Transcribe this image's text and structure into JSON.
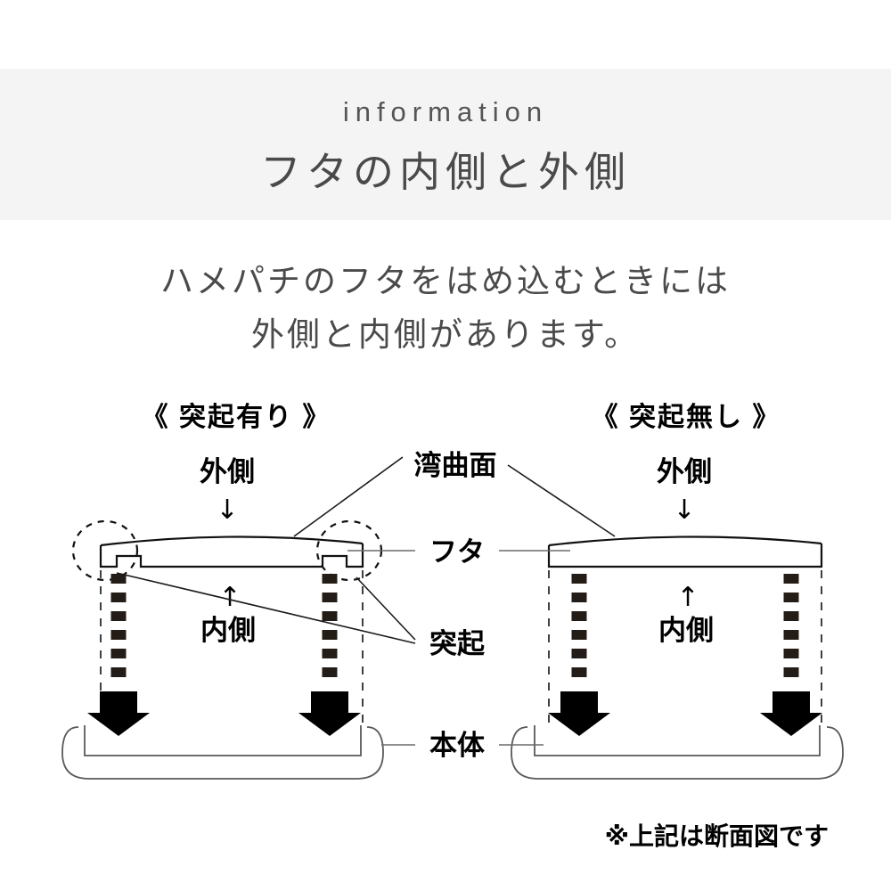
{
  "header": {
    "eyebrow": "information",
    "title": "フタの内側と外側",
    "band_color": "#f4f4f4",
    "text_color": "#4a4a4a"
  },
  "lead": {
    "line1": "ハメパチのフタをはめ込むときには",
    "line2": "外側と内側があります。"
  },
  "diagram": {
    "left": {
      "heading": "《 突起有り 》",
      "outside_label": "外側",
      "outside_arrow": "↓",
      "inside_label": "内側",
      "inside_arrow": "↑"
    },
    "right": {
      "heading": "《 突起無し 》",
      "outside_label": "外側",
      "outside_arrow": "↓",
      "inside_label": "内側",
      "inside_arrow": "↑"
    },
    "callouts": {
      "curved_surface": "湾曲面",
      "lid": "フタ",
      "protrusion": "突起",
      "body": "本体"
    }
  },
  "footnote": "※上記は断面図です"
}
